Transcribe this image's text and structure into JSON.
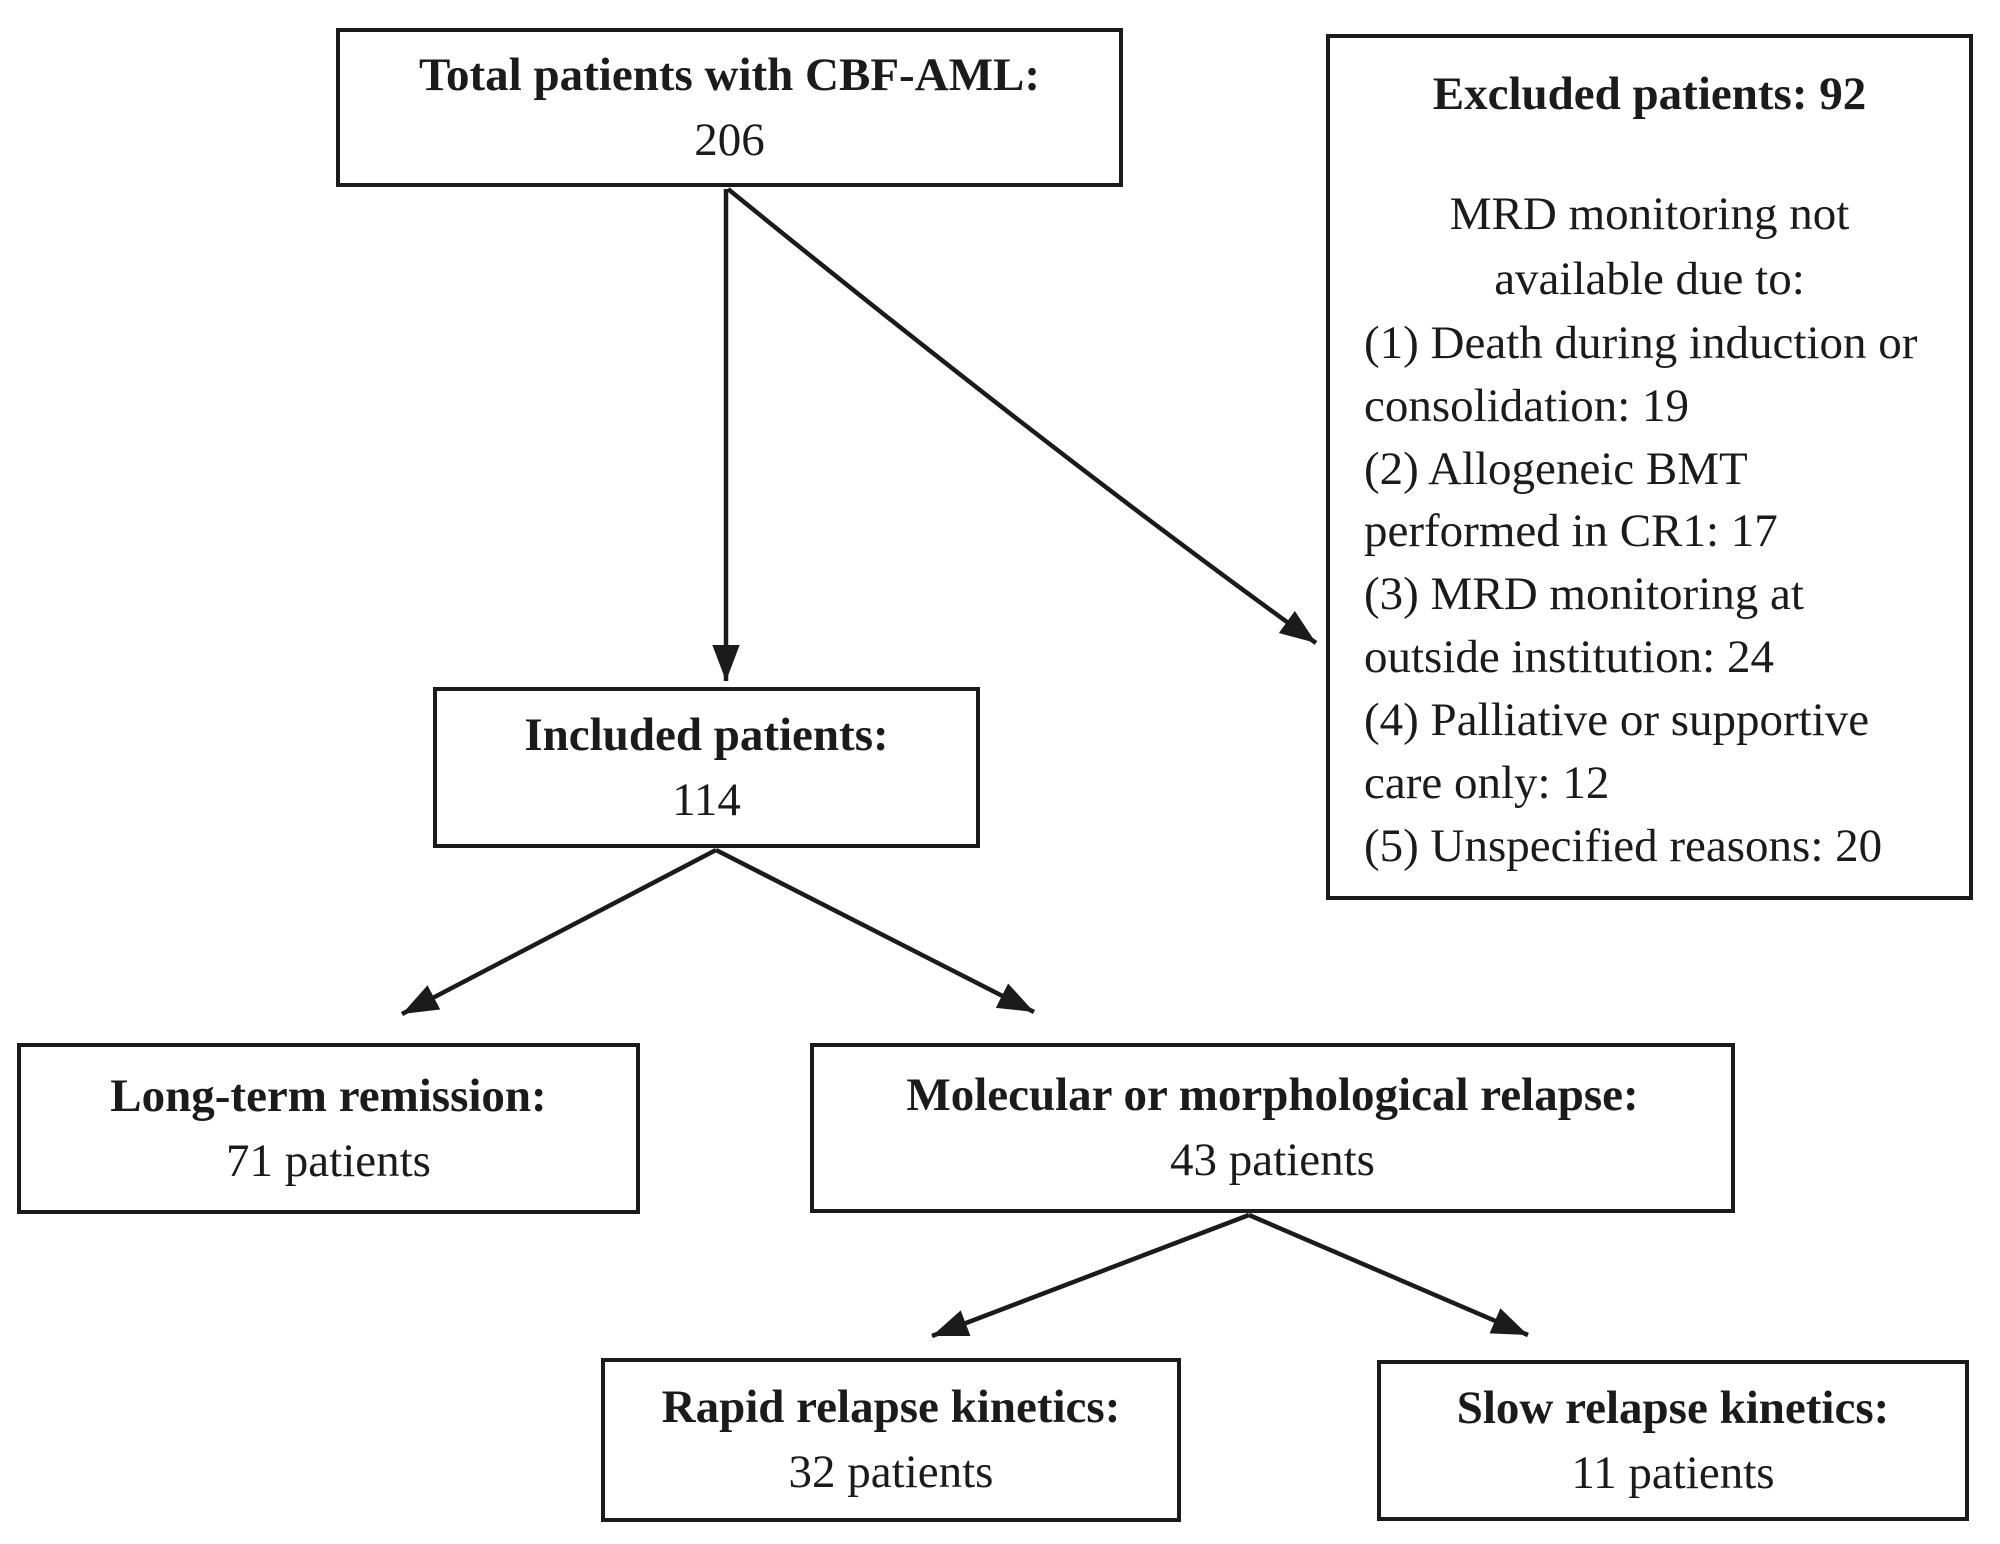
{
  "flowchart": {
    "colors": {
      "line": "#1b1b1b",
      "background": "#ffffff"
    },
    "boxes": {
      "total": {
        "title": "Total patients with CBF-AML:",
        "value": "206"
      },
      "excluded": {
        "title": "Excluded patients: 92",
        "subtitle": "MRD monitoring not available due to:",
        "reasons": [
          "(1) Death during induction or consolidation: 19",
          "(2) Allogeneic BMT performed in CR1: 17",
          "(3) MRD monitoring at outside institution: 24",
          "(4) Palliative or supportive care only: 12",
          "(5) Unspecified reasons: 20"
        ]
      },
      "included": {
        "title": "Included patients:",
        "value": "114"
      },
      "longterm": {
        "title": "Long-term remission:",
        "value": "71 patients"
      },
      "relapse": {
        "title": "Molecular or morphological relapse:",
        "value": "43 patients"
      },
      "rapid": {
        "title": "Rapid relapse kinetics:",
        "value": "32 patients"
      },
      "slow": {
        "title": "Slow relapse kinetics:",
        "value": "11 patients"
      }
    }
  }
}
